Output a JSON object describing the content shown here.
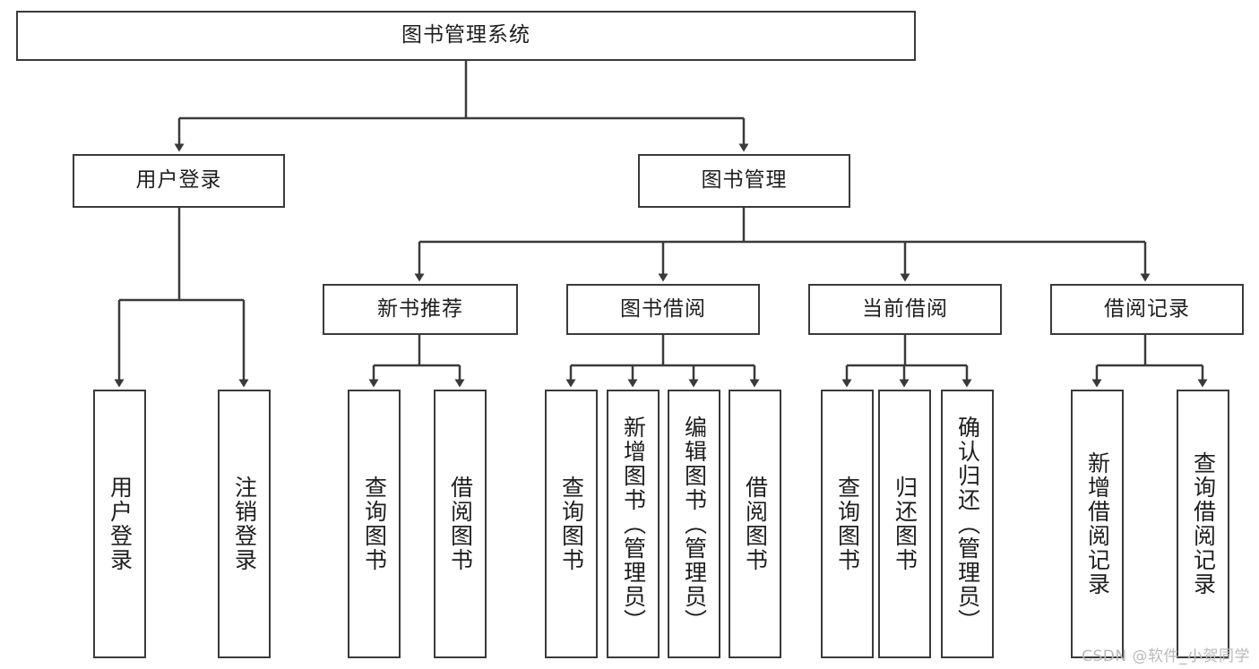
{
  "diagram": {
    "type": "tree",
    "title": "图书管理系统",
    "root": {
      "label": "图书管理系统"
    },
    "level1": [
      {
        "label": "用户登录"
      },
      {
        "label": "图书管理"
      }
    ],
    "level2": [
      {
        "label": "新书推荐"
      },
      {
        "label": "图书借阅"
      },
      {
        "label": "当前借阅"
      },
      {
        "label": "借阅记录"
      }
    ],
    "leaves": {
      "user_login": [
        {
          "label": "用户登录"
        },
        {
          "label": "注销登录"
        }
      ],
      "new_book_recommend": [
        {
          "label": "查询图书"
        },
        {
          "label": "借阅图书"
        }
      ],
      "book_borrow": [
        {
          "label": "查询图书"
        },
        {
          "label": "新增图书（管理员）"
        },
        {
          "label": "编辑图书（管理员）"
        },
        {
          "label": "借阅图书"
        }
      ],
      "current_borrow": [
        {
          "label": "查询图书"
        },
        {
          "label": "归还图书"
        },
        {
          "label": "确认归还（管理员）"
        }
      ],
      "borrow_record": [
        {
          "label": "新增借阅记录"
        },
        {
          "label": "查询借阅记录"
        }
      ]
    },
    "colors": {
      "stroke": "#3a3a3a",
      "text": "#1e1e1e",
      "background": "#ffffff",
      "watermark": "#b9b9b9"
    }
  },
  "watermark": {
    "text": "CSDN @软件_小贺同学"
  }
}
